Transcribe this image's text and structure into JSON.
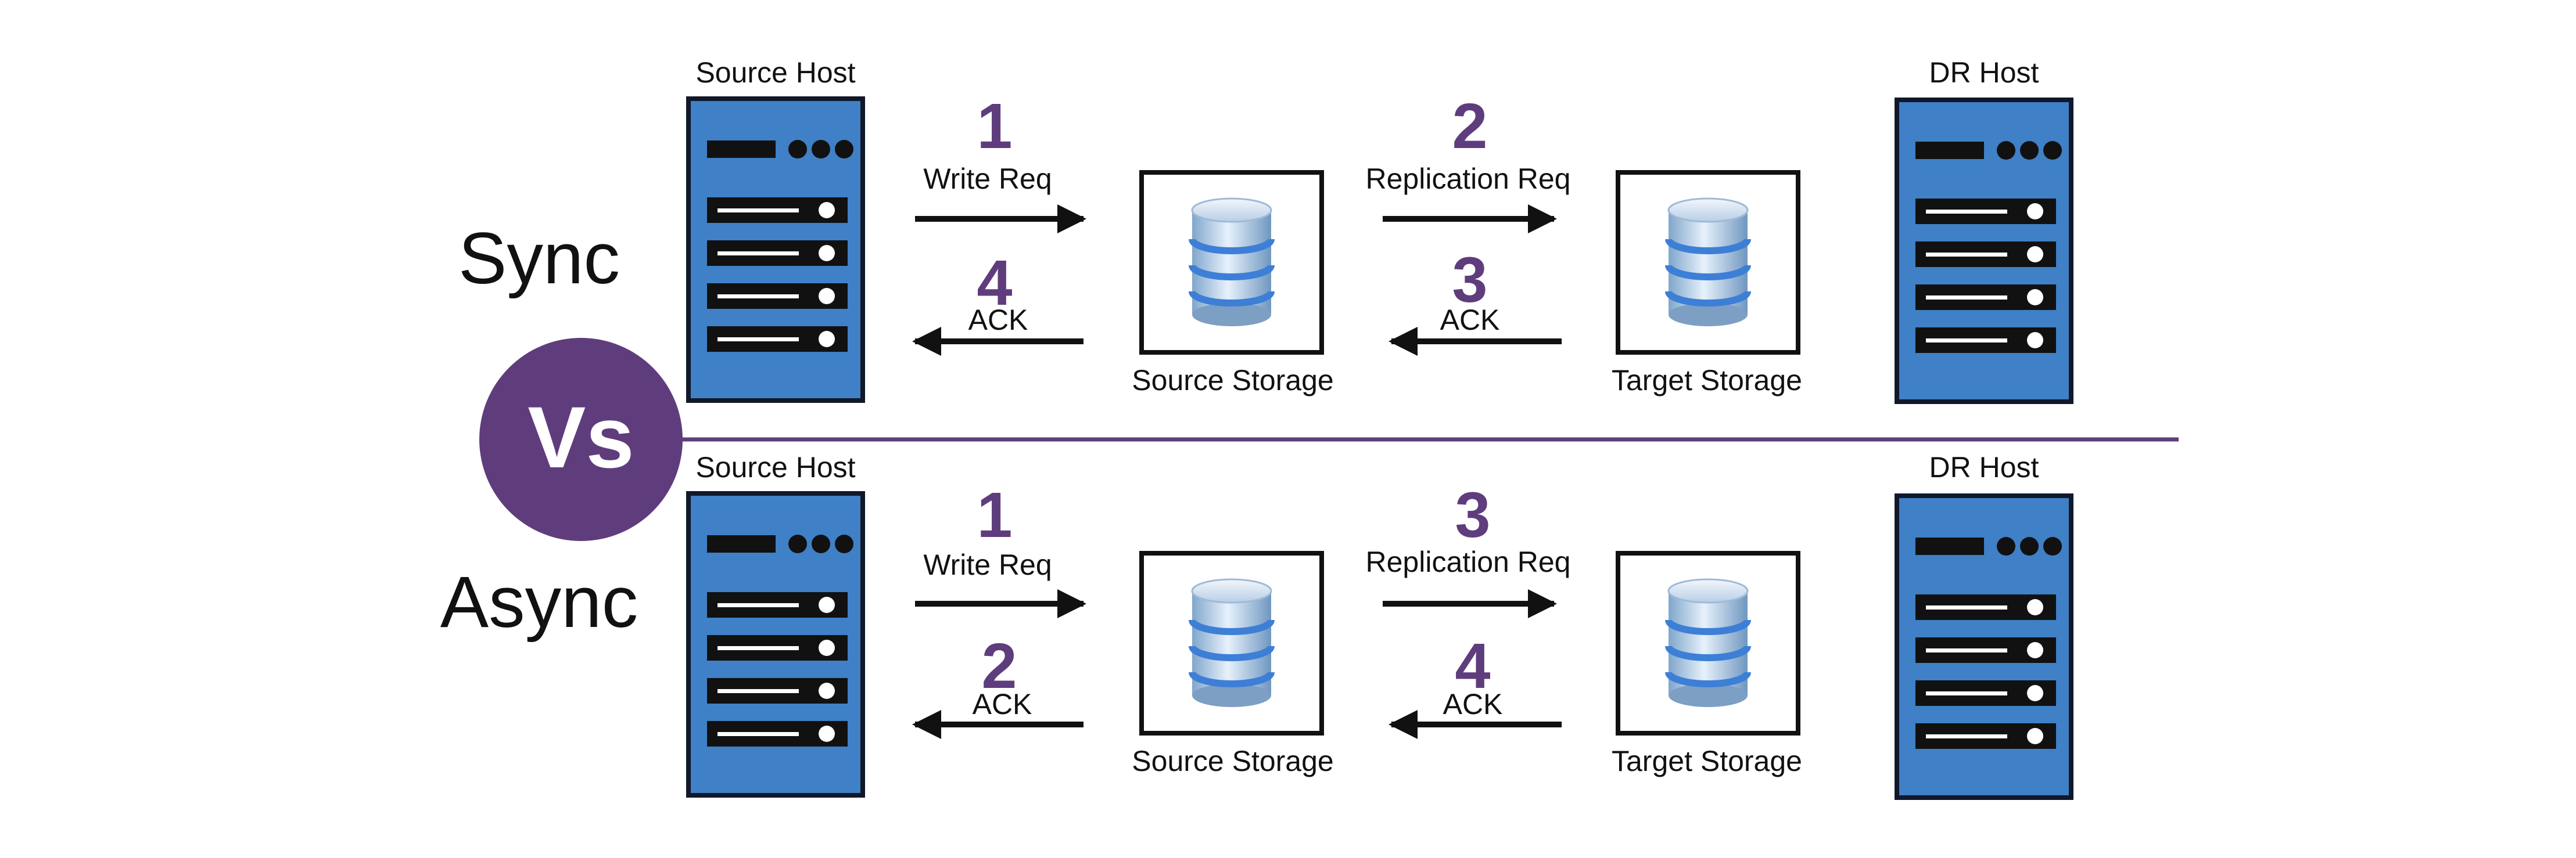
{
  "colors": {
    "accent": "#5f3d7d",
    "server_fill": "#3f80c6",
    "server_border": "#10182a",
    "slot": "#111111",
    "arrow": "#111111"
  },
  "center": {
    "left_top": "Sync",
    "badge": "Vs",
    "left_bottom": "Async"
  },
  "sync": {
    "source_host": "Source Host",
    "dr_host": "DR Host",
    "source_storage": "Source Storage",
    "target_storage": "Target Storage",
    "write_req": {
      "step": "1",
      "label": "Write Req"
    },
    "replication_req": {
      "step": "2",
      "label": "Replication Req"
    },
    "target_ack": {
      "step": "3",
      "label": "ACK"
    },
    "source_ack": {
      "step": "4",
      "label": "ACK"
    }
  },
  "async": {
    "source_host": "Source Host",
    "dr_host": "DR Host",
    "source_storage": "Source Storage",
    "target_storage": "Target Storage",
    "write_req": {
      "step": "1",
      "label": "Write Req"
    },
    "source_ack": {
      "step": "2",
      "label": "ACK"
    },
    "replication_req": {
      "step": "3",
      "label": "Replication Req"
    },
    "target_ack": {
      "step": "4",
      "label": "ACK"
    }
  }
}
